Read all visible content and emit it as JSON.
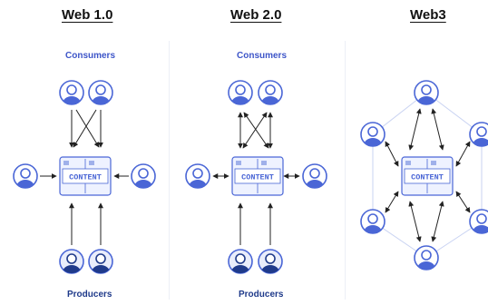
{
  "diagram": {
    "colors": {
      "stroke": "#4a66d6",
      "fill_light": "#ffffff",
      "fill_dark": "#1f3a8a",
      "card_bg": "#eef2ff",
      "line": "#c9d3f2",
      "arrow": "#222222",
      "label_color": "#3d55c8"
    },
    "columns": [
      {
        "title": "Web 1.0",
        "top_label": "Consumers",
        "bottom_label": "Producers",
        "content_label": "CONTENT"
      },
      {
        "title": "Web 2.0",
        "top_label": "Consumers",
        "bottom_label": "Producers",
        "content_label": "CONTENT"
      },
      {
        "title": "Web3",
        "top_label": "",
        "bottom_label": "",
        "content_label": "CONTENT"
      }
    ],
    "icons": {
      "user": "user-avatar-icon",
      "content": "document-icon"
    }
  }
}
